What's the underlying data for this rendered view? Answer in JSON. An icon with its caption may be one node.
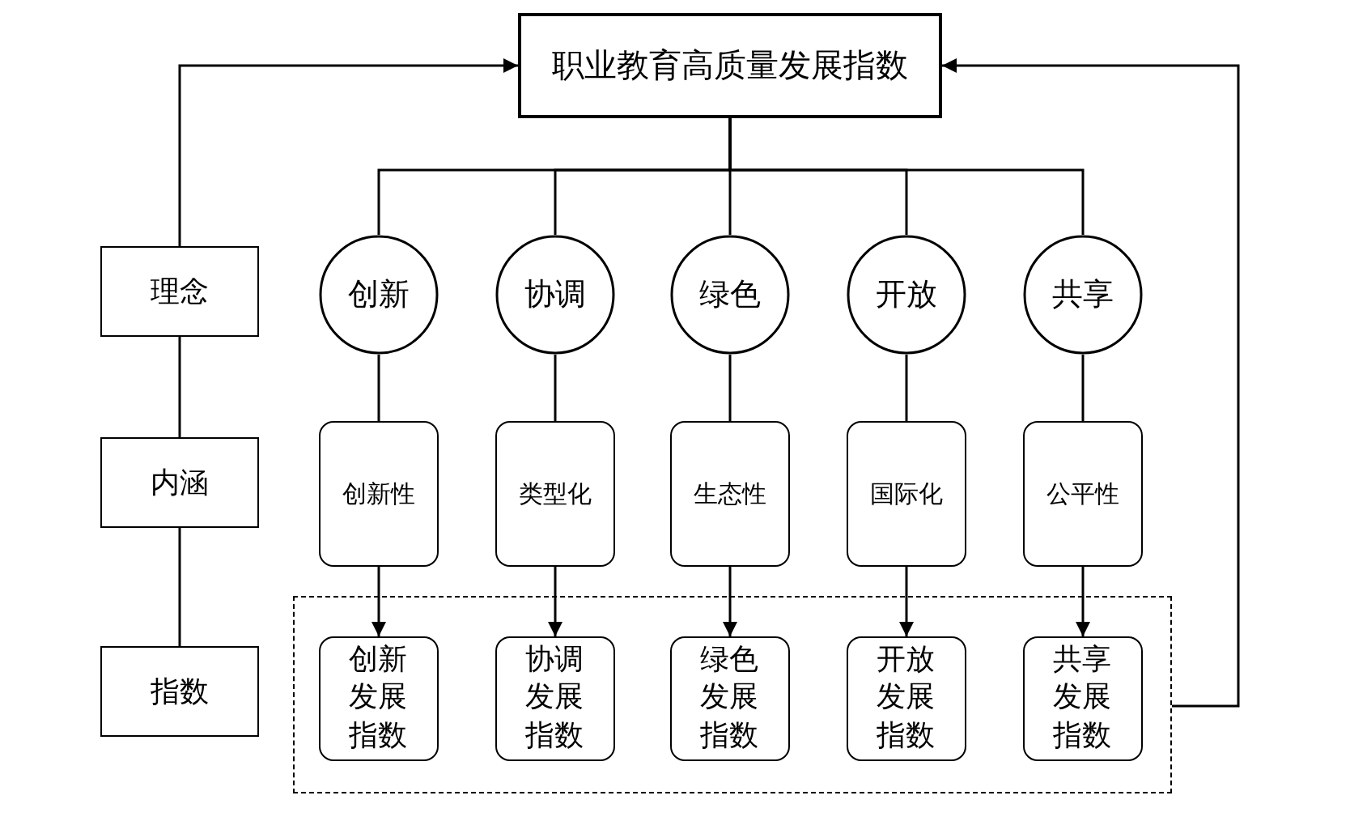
{
  "diagram": {
    "nodes": [
      {
        "text": [
          "职业教育高质量发展指数"
        ]
      },
      {
        "text": [
          "理念"
        ]
      },
      {
        "text": [
          "内涵"
        ]
      },
      {
        "text": [
          "指数"
        ]
      },
      {
        "text": [
          "创新"
        ]
      },
      {
        "text": [
          "协调"
        ]
      },
      {
        "text": [
          "绿色"
        ]
      },
      {
        "text": [
          "开放"
        ]
      },
      {
        "text": [
          "共享"
        ]
      },
      {
        "text": [
          "创新性"
        ]
      },
      {
        "text": [
          "类型化"
        ]
      },
      {
        "text": [
          "生态性"
        ]
      },
      {
        "text": [
          "国际化"
        ]
      },
      {
        "text": [
          "公平性"
        ]
      },
      {
        "text": [],
        "shape": "box"
      },
      {
        "text": [
          "创新发展指数"
        ],
        "in": 14
      },
      {
        "text": [
          "协调发展指数"
        ],
        "in": 14
      },
      {
        "text": [
          "绿色发展指数"
        ],
        "in": 14
      },
      {
        "text": [
          "开放发展指数"
        ],
        "in": 14
      },
      {
        "text": [
          "共享发展指数"
        ],
        "in": 14
      }
    ],
    "edges": [
      {
        "from": 1,
        "to": 0,
        "arrow": "to"
      },
      {
        "from": 14,
        "to": 0,
        "arrow": "to"
      },
      {
        "from": 0,
        "to": 4,
        "arrow": "none"
      },
      {
        "from": 0,
        "to": 5,
        "arrow": "none"
      },
      {
        "from": 0,
        "to": 6,
        "arrow": "none"
      },
      {
        "from": 0,
        "to": 7,
        "arrow": "none"
      },
      {
        "from": 0,
        "to": 8,
        "arrow": "none"
      },
      {
        "from": 4,
        "to": 9,
        "arrow": "none"
      },
      {
        "from": 5,
        "to": 10,
        "arrow": "none"
      },
      {
        "from": 6,
        "to": 11,
        "arrow": "none"
      },
      {
        "from": 7,
        "to": 12,
        "arrow": "none"
      },
      {
        "from": 8,
        "to": 13,
        "arrow": "none"
      },
      {
        "from": 9,
        "to": 15,
        "arrow": "to"
      },
      {
        "from": 10,
        "to": 16,
        "arrow": "to"
      },
      {
        "from": 11,
        "to": 17,
        "arrow": "to"
      },
      {
        "from": 12,
        "to": 18,
        "arrow": "to"
      },
      {
        "from": 13,
        "to": 19,
        "arrow": "to"
      },
      {
        "from": 1,
        "to": 2,
        "arrow": "none"
      },
      {
        "from": 2,
        "to": 3,
        "arrow": "none"
      }
    ]
  }
}
